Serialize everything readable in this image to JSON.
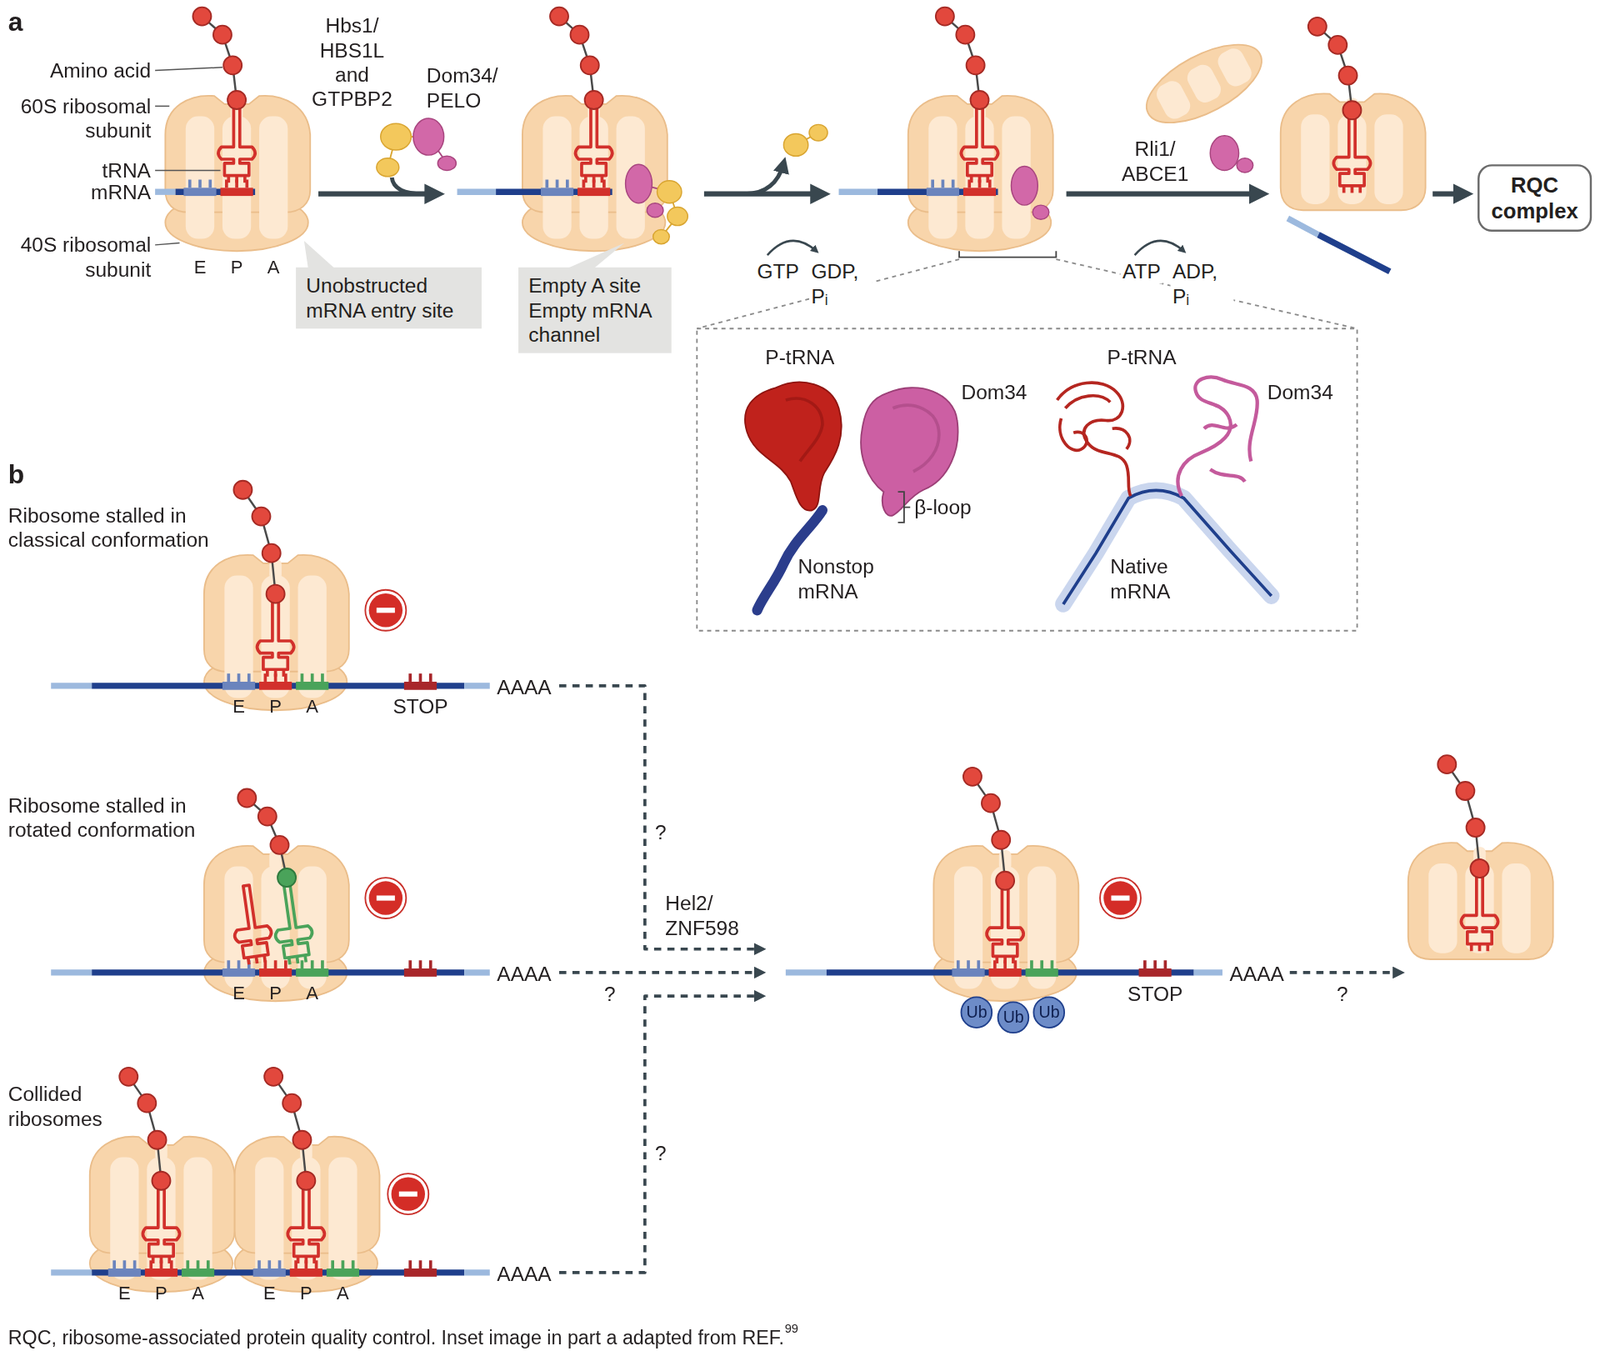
{
  "diagram": {
    "caption": "RQC, ribosome-associated protein quality control. Inset image in part a adapted from REF.",
    "nodes": [
      {
        "text": [
          "Unobstructed mRNA entry site"
        ]
      },
      {
        "text": [
          "Empty A site",
          "Empty mRNA channel"
        ]
      },
      {
        "text": [
          "RQC complex"
        ]
      }
    ],
    "labels": [
      "a",
      "Amino acid",
      "60S ribosomal subunit",
      "tRNA",
      "mRNA",
      "40S ribosomal subunit",
      "E",
      "P",
      "A",
      "Hbs1/ HBS1L and GTPBP2",
      "Dom34/ PELO",
      "GTP",
      "GDP, Pᵢ",
      "Rli1/ ABCE1",
      "ATP",
      "ADP, Pᵢ",
      "P-tRNA",
      "Dom34",
      "β-loop",
      "Nonstop mRNA",
      "P-tRNA",
      "Dom34",
      "Native mRNA",
      "b",
      "Ribosome stalled in classical conformation",
      "E",
      "P",
      "A",
      "STOP",
      "AAAA",
      "Ribosome stalled in rotated conformation",
      "E",
      "P",
      "A",
      "AAAA",
      "Collided ribosomes",
      "E",
      "P",
      "A",
      "E",
      "P",
      "A",
      "AAAA",
      "?",
      "?",
      "Hel2/ ZNF598",
      "?",
      "Ub",
      "Ub",
      "Ub",
      "STOP",
      "AAAA",
      "?",
      "99"
    ]
  }
}
